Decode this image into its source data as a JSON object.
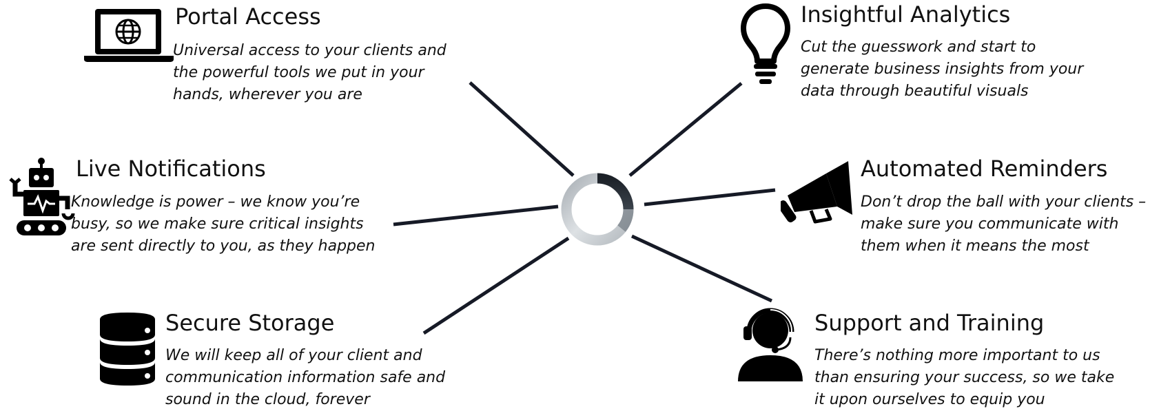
{
  "colors": {
    "text": "#111111",
    "connector": "#161a26",
    "icon": "#000000",
    "hub_light": "#c8cdd2",
    "hub_dark": "#1c2128"
  },
  "hub": {
    "icon": "ring-icon"
  },
  "features": {
    "portal_access": {
      "icon": "laptop-globe-icon",
      "title": "Portal Access",
      "description": "Universal access to your clients and\nthe powerful tools we put in your\nhands, wherever you are"
    },
    "insightful_analytics": {
      "icon": "lightbulb-icon",
      "title": "Insightful Analytics",
      "description": "Cut the guesswork and start to\ngenerate business insights from your\ndata through beautiful visuals"
    },
    "live_notifications": {
      "icon": "robot-icon",
      "title": "Live Notifications",
      "description": "Knowledge is power – we know you’re\nbusy, so we make sure critical insights\nare sent directly to you, as they happen"
    },
    "automated_reminders": {
      "icon": "megaphone-icon",
      "title": "Automated Reminders",
      "description": "Don’t drop the ball with your clients –\nmake sure you communicate with\nthem when it means the most"
    },
    "secure_storage": {
      "icon": "database-icon",
      "title": "Secure Storage",
      "description": "We will keep all of your client and\ncommunication information safe and\nsound in the cloud, forever"
    },
    "support_training": {
      "icon": "headset-user-icon",
      "title": "Support and Training",
      "description": "There’s nothing more important to us\nthan ensuring your success, so we take\nit upon ourselves to equip you"
    }
  }
}
